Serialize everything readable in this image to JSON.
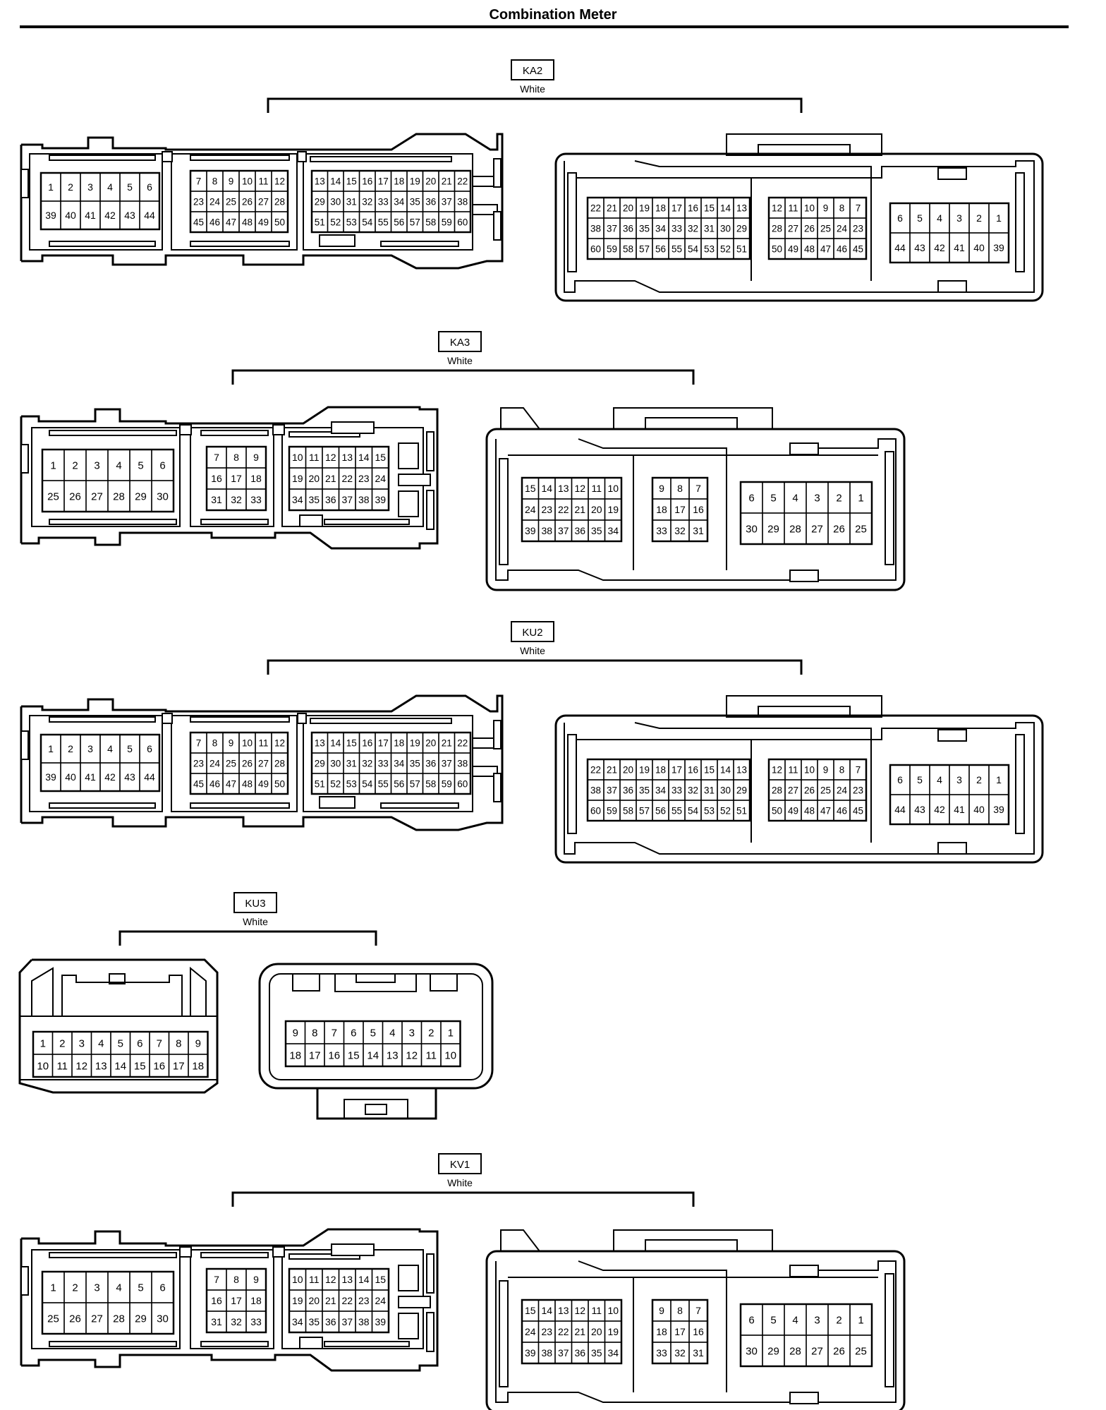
{
  "title": "Combination Meter",
  "connectors": [
    {
      "id": "KA2",
      "color": "White",
      "left": {
        "blocks": [
          [
            [
              "1",
              "2",
              "3",
              "4",
              "5",
              "6"
            ],
            [
              "39",
              "40",
              "41",
              "42",
              "43",
              "44"
            ]
          ],
          [
            [
              "7",
              "8",
              "9",
              "10",
              "11",
              "12"
            ],
            [
              "23",
              "24",
              "25",
              "26",
              "27",
              "28"
            ],
            [
              "45",
              "46",
              "47",
              "48",
              "49",
              "50"
            ]
          ],
          [
            [
              "13",
              "14",
              "15",
              "16",
              "17",
              "18",
              "19",
              "20",
              "21",
              "22"
            ],
            [
              "29",
              "30",
              "31",
              "32",
              "33",
              "34",
              "35",
              "36",
              "37",
              "38"
            ],
            [
              "51",
              "52",
              "53",
              "54",
              "55",
              "56",
              "57",
              "58",
              "59",
              "60"
            ]
          ]
        ]
      },
      "right": {
        "blocks": [
          [
            [
              "22",
              "21",
              "20",
              "19",
              "18",
              "17",
              "16",
              "15",
              "14",
              "13"
            ],
            [
              "38",
              "37",
              "36",
              "35",
              "34",
              "33",
              "32",
              "31",
              "30",
              "29"
            ],
            [
              "60",
              "59",
              "58",
              "57",
              "56",
              "55",
              "54",
              "53",
              "52",
              "51"
            ]
          ],
          [
            [
              "12",
              "11",
              "10",
              "9",
              "8",
              "7"
            ],
            [
              "28",
              "27",
              "26",
              "25",
              "24",
              "23"
            ],
            [
              "50",
              "49",
              "48",
              "47",
              "46",
              "45"
            ]
          ],
          [
            [
              "6",
              "5",
              "4",
              "3",
              "2",
              "1"
            ],
            [
              "44",
              "43",
              "42",
              "41",
              "40",
              "39"
            ]
          ]
        ]
      }
    },
    {
      "id": "KA3",
      "color": "White",
      "left": {
        "blocks": [
          [
            [
              "1",
              "2",
              "3",
              "4",
              "5",
              "6"
            ],
            [
              "25",
              "26",
              "27",
              "28",
              "29",
              "30"
            ]
          ],
          [
            [
              "7",
              "8",
              "9"
            ],
            [
              "16",
              "17",
              "18"
            ],
            [
              "31",
              "32",
              "33"
            ]
          ],
          [
            [
              "10",
              "11",
              "12",
              "13",
              "14",
              "15"
            ],
            [
              "19",
              "20",
              "21",
              "22",
              "23",
              "24"
            ],
            [
              "34",
              "35",
              "36",
              "37",
              "38",
              "39"
            ]
          ]
        ]
      },
      "right": {
        "blocks": [
          [
            [
              "15",
              "14",
              "13",
              "12",
              "11",
              "10"
            ],
            [
              "24",
              "23",
              "22",
              "21",
              "20",
              "19"
            ],
            [
              "39",
              "38",
              "37",
              "36",
              "35",
              "34"
            ]
          ],
          [
            [
              "9",
              "8",
              "7"
            ],
            [
              "18",
              "17",
              "16"
            ],
            [
              "33",
              "32",
              "31"
            ]
          ],
          [
            [
              "6",
              "5",
              "4",
              "3",
              "2",
              "1"
            ],
            [
              "30",
              "29",
              "28",
              "27",
              "26",
              "25"
            ]
          ]
        ]
      }
    },
    {
      "id": "KU2",
      "color": "White",
      "left": {
        "blocks": [
          [
            [
              "1",
              "2",
              "3",
              "4",
              "5",
              "6"
            ],
            [
              "39",
              "40",
              "41",
              "42",
              "43",
              "44"
            ]
          ],
          [
            [
              "7",
              "8",
              "9",
              "10",
              "11",
              "12"
            ],
            [
              "23",
              "24",
              "25",
              "26",
              "27",
              "28"
            ],
            [
              "45",
              "46",
              "47",
              "48",
              "49",
              "50"
            ]
          ],
          [
            [
              "13",
              "14",
              "15",
              "16",
              "17",
              "18",
              "19",
              "20",
              "21",
              "22"
            ],
            [
              "29",
              "30",
              "31",
              "32",
              "33",
              "34",
              "35",
              "36",
              "37",
              "38"
            ],
            [
              "51",
              "52",
              "53",
              "54",
              "55",
              "56",
              "57",
              "58",
              "59",
              "60"
            ]
          ]
        ]
      },
      "right": {
        "blocks": [
          [
            [
              "22",
              "21",
              "20",
              "19",
              "18",
              "17",
              "16",
              "15",
              "14",
              "13"
            ],
            [
              "38",
              "37",
              "36",
              "35",
              "34",
              "33",
              "32",
              "31",
              "30",
              "29"
            ],
            [
              "60",
              "59",
              "58",
              "57",
              "56",
              "55",
              "54",
              "53",
              "52",
              "51"
            ]
          ],
          [
            [
              "12",
              "11",
              "10",
              "9",
              "8",
              "7"
            ],
            [
              "28",
              "27",
              "26",
              "25",
              "24",
              "23"
            ],
            [
              "50",
              "49",
              "48",
              "47",
              "46",
              "45"
            ]
          ],
          [
            [
              "6",
              "5",
              "4",
              "3",
              "2",
              "1"
            ],
            [
              "44",
              "43",
              "42",
              "41",
              "40",
              "39"
            ]
          ]
        ]
      }
    },
    {
      "id": "KU3",
      "color": "White",
      "left": {
        "blocks": [
          [
            [
              "1",
              "2",
              "3",
              "4",
              "5",
              "6",
              "7",
              "8",
              "9"
            ],
            [
              "10",
              "11",
              "12",
              "13",
              "14",
              "15",
              "16",
              "17",
              "18"
            ]
          ]
        ]
      },
      "right": {
        "blocks": [
          [
            [
              "9",
              "8",
              "7",
              "6",
              "5",
              "4",
              "3",
              "2",
              "1"
            ],
            [
              "18",
              "17",
              "16",
              "15",
              "14",
              "13",
              "12",
              "11",
              "10"
            ]
          ]
        ]
      }
    },
    {
      "id": "KV1",
      "color": "White",
      "left": {
        "blocks": [
          [
            [
              "1",
              "2",
              "3",
              "4",
              "5",
              "6"
            ],
            [
              "25",
              "26",
              "27",
              "28",
              "29",
              "30"
            ]
          ],
          [
            [
              "7",
              "8",
              "9"
            ],
            [
              "16",
              "17",
              "18"
            ],
            [
              "31",
              "32",
              "33"
            ]
          ],
          [
            [
              "10",
              "11",
              "12",
              "13",
              "14",
              "15"
            ],
            [
              "19",
              "20",
              "21",
              "22",
              "23",
              "24"
            ],
            [
              "34",
              "35",
              "36",
              "37",
              "38",
              "39"
            ]
          ]
        ]
      },
      "right": {
        "blocks": [
          [
            [
              "15",
              "14",
              "13",
              "12",
              "11",
              "10"
            ],
            [
              "24",
              "23",
              "22",
              "21",
              "20",
              "19"
            ],
            [
              "39",
              "38",
              "37",
              "36",
              "35",
              "34"
            ]
          ],
          [
            [
              "9",
              "8",
              "7"
            ],
            [
              "18",
              "17",
              "16"
            ],
            [
              "33",
              "32",
              "31"
            ]
          ],
          [
            [
              "6",
              "5",
              "4",
              "3",
              "2",
              "1"
            ],
            [
              "30",
              "29",
              "28",
              "27",
              "26",
              "25"
            ]
          ]
        ]
      }
    }
  ]
}
